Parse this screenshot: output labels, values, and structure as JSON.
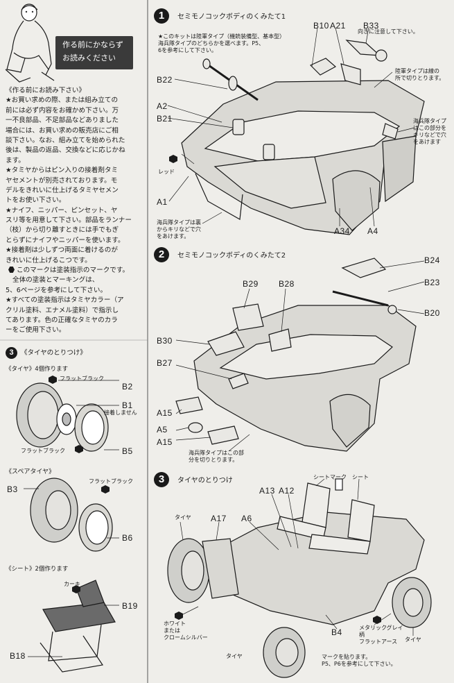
{
  "intro": {
    "badge_line1": "作る前にかならず",
    "badge_line2": "お読みください",
    "heading": "《作る前にお読み下さい》",
    "lines": [
      "★お買い求めの際、または組み立ての",
      "前には必ず内容をお確かめ下さい。万",
      "一不良部品、不足部品などありました",
      "場合には、お買い求めの販売店にご相",
      "談下さい。なお、組み立てを始められた",
      "後は、製品の返品、交換などに応じかね",
      "ます。",
      "★タミヤからはピン入りの接着剤タミ",
      "ヤセメントが別売されております。モ",
      "デルをきれいに仕上げるタミヤセメン",
      "トをお使い下さい。",
      "★ナイフ、ニッパー、ピンセット、ヤ",
      "スリ等を用意して下さい。部品をランナー",
      "（枝）から切り離すときには手でもぎ",
      "とらずにナイフやニッパーを使います。",
      "★接着剤は少しずつ両面に着けるのが",
      "きれいに仕上げるこつです。"
    ],
    "mark_line1": "このマークは塗装指示のマークです。",
    "mark_lines": [
      "全体の塗装とマーキングは、",
      "5、6ページを参考にして下さい。",
      "★すべての塗装指示はタミヤカラー（ア",
      "クリル塗料、エナメル塗料）で指示し",
      "てあります。色の正確なタミヤのカラ",
      "ーをご使用下さい。"
    ]
  },
  "step1": {
    "number": "1",
    "title": "セミモノコックボディのくみたて1",
    "note": [
      "★このキットは陸軍タイプ（機銃装備型、基本型）",
      "海兵隊タイプのどちらかを選べます。P5、",
      "6を参考にして下さい。"
    ],
    "b33_note": "向きに注意して下さい。",
    "army_note": [
      "陸軍タイプは線の",
      "所で切りとります。"
    ],
    "marine_note": [
      "海兵隊タイプ",
      "はこの部分を",
      "キリなどで穴",
      "をあけます"
    ],
    "marine_note2": [
      "海兵隊タイプは裏",
      "からキリなどで穴",
      "をあけます。"
    ],
    "red_label": "レッド",
    "parts": [
      "B10",
      "A21",
      "B33",
      "B22",
      "A2",
      "B21",
      "A1",
      "A34",
      "A4"
    ]
  },
  "step2": {
    "number": "2",
    "title": "セミモノコックボディのくみたて2",
    "marine_note": [
      "海兵隊タイプはこの部",
      "分を切りとります。"
    ],
    "parts": [
      "B24",
      "B29",
      "B28",
      "B23",
      "B20",
      "B30",
      "B27",
      "A15",
      "A5",
      "A15"
    ]
  },
  "step3": {
    "number": "3",
    "title": "タイヤのとりつけ",
    "labels": {
      "seat1": "シート",
      "mark": "マーク",
      "seat2": "シート",
      "tire1": "タイヤ",
      "tire2": "タイヤ",
      "tire3": "タイヤ"
    },
    "white_note": [
      "ホワイト",
      "または",
      "クロームシルバー"
    ],
    "metal_note": [
      "メタリックグレイ",
      "柄",
      "フラットアース"
    ],
    "mark_note": [
      "マークを貼ります。",
      "P5、P6を参考にして下さい。"
    ],
    "parts": [
      "A13",
      "A12",
      "A17",
      "A6",
      "B4"
    ]
  },
  "sub_tire": {
    "number": "3",
    "title": "《タイヤのとりつけ》",
    "tire_label": "《タイヤ》4個作ります",
    "flat_black_1": "フラットブラック",
    "no_glue": "接着しません",
    "flat_black_2": "フラットブラック",
    "parts": [
      "B2",
      "B1",
      "B5"
    ]
  },
  "sub_spare": {
    "title": "《スペアタイヤ》",
    "flat_black": "フラットブラック",
    "parts": [
      "B3",
      "B6"
    ]
  },
  "sub_seat": {
    "title": "《シート》2個作ります",
    "khaki": "カーキ",
    "parts": [
      "B19",
      "B18"
    ]
  },
  "colors": {
    "ink": "#1a1a1a",
    "paper": "#efeeea",
    "part_fill": "#d9d8d3"
  }
}
